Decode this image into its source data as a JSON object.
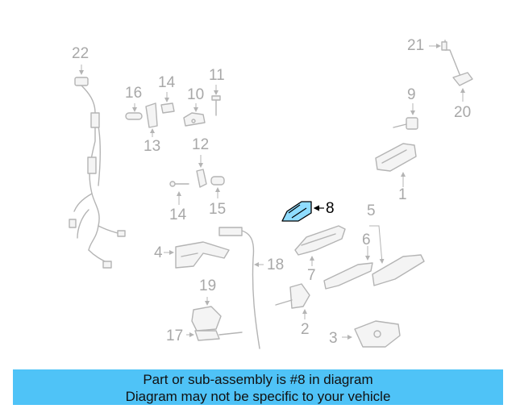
{
  "highlight_color": "#8fdcff",
  "banner_color": "#4fc3f7",
  "callouts": {
    "c1": "1",
    "c2": "2",
    "c3": "3",
    "c4": "4",
    "c5": "5",
    "c6": "6",
    "c7": "7",
    "c8": "8",
    "c9": "9",
    "c10": "10",
    "c11": "11",
    "c12": "12",
    "c13": "13",
    "c14a": "14",
    "c14b": "14",
    "c15": "15",
    "c16": "16",
    "c17": "17",
    "c18": "18",
    "c19": "19",
    "c20": "20",
    "c21": "21",
    "c22": "22"
  },
  "banner": {
    "line1": "Part or sub-assembly is #8 in diagram",
    "line2": "Diagram may not be specific to your vehicle"
  }
}
